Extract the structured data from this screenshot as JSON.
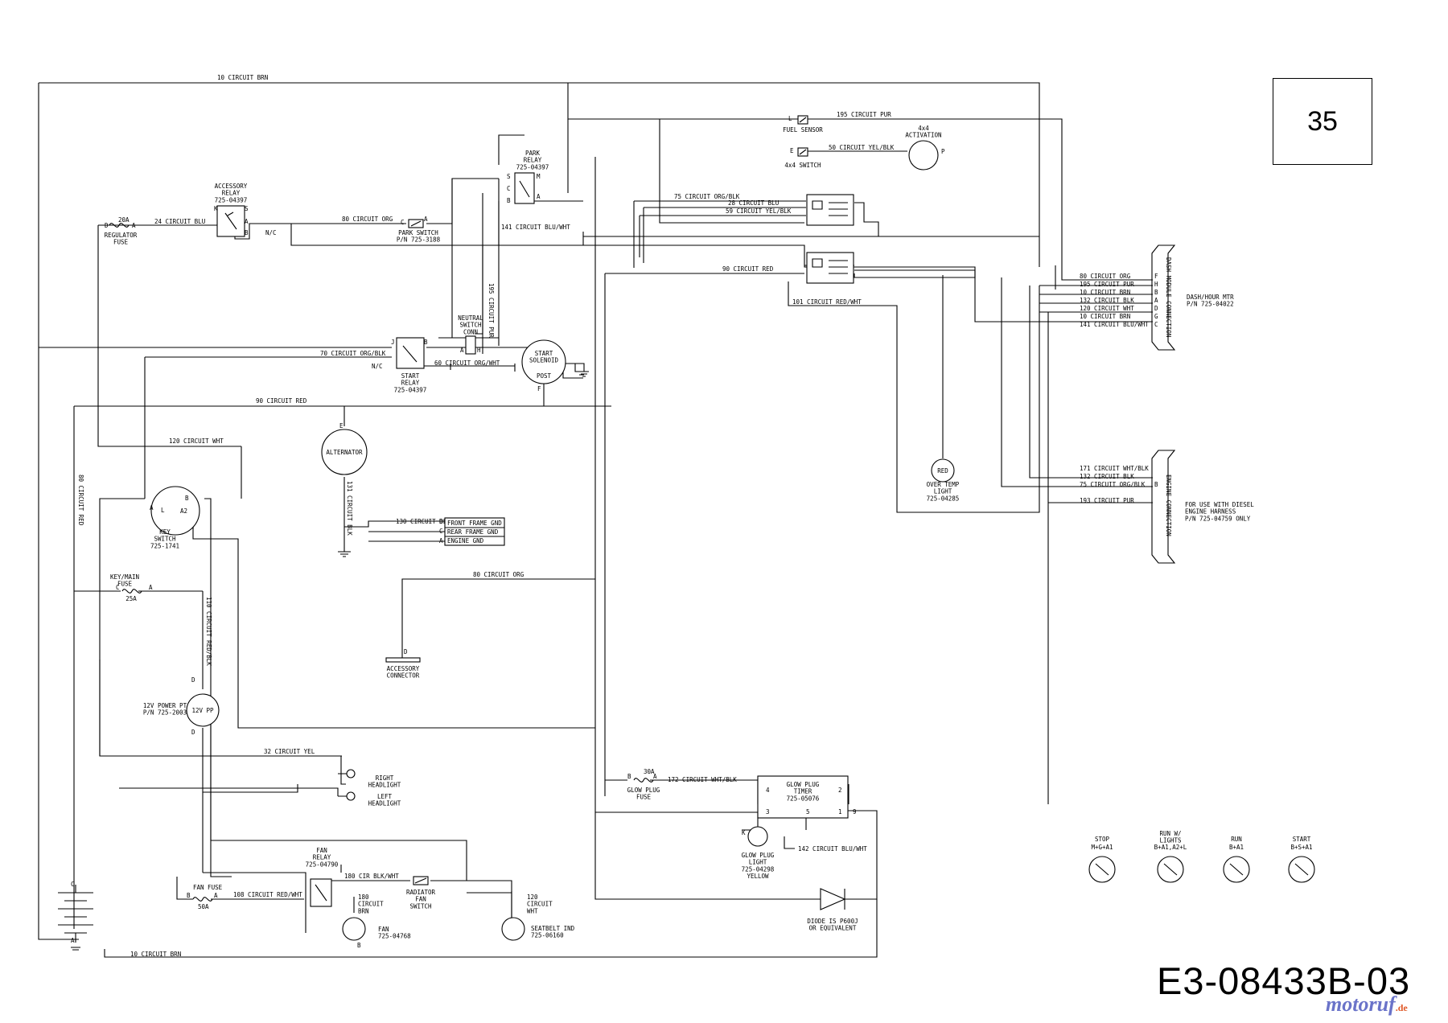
{
  "page": {
    "number": "35",
    "document_id": "E3-08433B-03",
    "watermark": "motoruf",
    "watermark_suffix": ".de"
  },
  "wires": {
    "w10_top": "10 CIRCUIT BRN",
    "w10_bottom": "10 CIRCUIT BRN",
    "w195": "195 CIRCUIT PUR",
    "w50": "50 CIRCUIT YEL/BLK",
    "w75": "75 CIRCUIT ORG/BLK",
    "w28": "28 CIRCUIT BLU",
    "w59": "59 CIRCUIT YEL/BLK",
    "w24": "24 CIRCUIT BLU",
    "w80a": "80 CIRCUIT ORG",
    "w141": "141 CIRCUIT BLU/WHT",
    "w195v": "195 CIRCUIT PUR",
    "w90_top": "90 CIRCUIT RED",
    "w101": "101 CIRCUIT RED/WHT",
    "w70": "70 CIRCUIT ORG/BLK",
    "w60": "60 CIRCUIT ORG/WHT",
    "w90_mid": "90 CIRCUIT RED",
    "w120": "120 CIRCUIT WHT",
    "w131": "131 CIRCUIT BLK",
    "w130": "130 CIRCUIT BLK",
    "w80_left": "80 CIRCUIT RED",
    "w80b": "80 CIRCUIT ORG",
    "w110": "110 CIRCUIT RED/BLK",
    "w32": "32 CIRCUIT YEL",
    "w172": "172 CIRCUIT WHT/BLK",
    "w142": "142 CIRCUIT BLU/WHT",
    "w180": "180 CIR BLK/WHT",
    "w108": "108 CIRCUIT RED/WHT",
    "w180v": "180\nCIRCUIT\nBRN",
    "w120v": "120\nCIRCUIT\nWHT"
  },
  "dash_connector": {
    "title": "DASH MODULE CONNECTION",
    "note": "DASH/HOUR MTR\nP/N 725-04022",
    "rows": [
      {
        "wire": "80 CIRCUIT ORG",
        "pin": "F"
      },
      {
        "wire": "195 CIRCUIT PUR",
        "pin": "H"
      },
      {
        "wire": "10 CIRCUIT BRN",
        "pin": "B"
      },
      {
        "wire": "132 CIRCUIT BLK",
        "pin": "A"
      },
      {
        "wire": "120 CIRCUIT WHT",
        "pin": "D"
      },
      {
        "wire": "10 CIRCUIT BRN",
        "pin": "G"
      },
      {
        "wire": "141 CIRCUIT BLU/WHT",
        "pin": "C"
      }
    ]
  },
  "engine_connector": {
    "title": "ENGINE CONNECTION",
    "note": "FOR USE WITH DIESEL\nENGINE HARNESS\nP/N 725-04759 ONLY",
    "rows": [
      {
        "wire": "171 CIRCUIT WHT/BLK",
        "pin": ""
      },
      {
        "wire": "132 CIRCUIT BLK",
        "pin": ""
      },
      {
        "wire": "75 CIRCUIT ORG/BLK",
        "pin": "B"
      },
      {
        "wire": "193 CIRCUIT PUR",
        "pin": ""
      }
    ]
  },
  "components": {
    "accessory_relay": "ACCESSORY\nRELAY\n725-04397",
    "park_relay": "PARK\nRELAY\n725-04397",
    "start_relay": "START\nRELAY\n725-04397",
    "fan_relay": "FAN\nRELAY\n725-04790",
    "regulator_fuse": "REGULATOR\nFUSE",
    "regulator_fuse_rating": "20A",
    "fuel_sensor": "FUEL SENSOR",
    "activation": "4x4\nACTIVATION",
    "switch_4x4": "4x4 SWITCH",
    "park_switch": "PARK SWITCH\nP/N 725-3188",
    "neutral_switch": "NEUTRAL\nSWITCH\nCONN",
    "start_solenoid": "START\nSOLENOID",
    "post": "POST",
    "alternator": "ALTERNATOR",
    "key_switch": "KEY\nSWITCH\n725-1741",
    "key_main_fuse": "KEY/MAIN\nFUSE",
    "key_main_rating": "25A",
    "ground_front": "FRONT FRAME GND",
    "ground_rear": "REAR FRAME GND",
    "ground_engine": "ENGINE GND",
    "accessory_connector": "ACCESSORY\nCONNECTOR",
    "power_point": "12V PP",
    "power_point_label": "12V POWER PT\nP/N 725-2003",
    "right_headlight": "RIGHT\nHEADLIGHT",
    "left_headlight": "LEFT\nHEADLIGHT",
    "over_temp": "OVER TEMP\nLIGHT\n725-04285",
    "red": "RED",
    "glow_fuse": "GLOW PLUG\nFUSE",
    "glow_fuse_rating": "30A",
    "glow_timer": "GLOW PLUG\nTIMER\n725-05076",
    "glow_light": "GLOW PLUG\nLIGHT\n725-04298\nYELLOW",
    "diode": "DIODE IS P600J\nOR EQUIVALENT",
    "fan_fuse": "FAN FUSE",
    "fan_fuse_rating": "50A",
    "fan": "FAN\n725-04768",
    "radiator_switch": "RADIATOR\nFAN\nSWITCH",
    "seatbelt": "SEATBELT IND\n725-06160",
    "nc": "N/C"
  },
  "key_positions": [
    {
      "name": "STOP",
      "code": "M+G+A1"
    },
    {
      "name": "RUN W/\nLIGHTS",
      "code": "B+A1,A2+L"
    },
    {
      "name": "RUN",
      "code": "B+A1"
    },
    {
      "name": "START",
      "code": "B+S+A1"
    }
  ]
}
